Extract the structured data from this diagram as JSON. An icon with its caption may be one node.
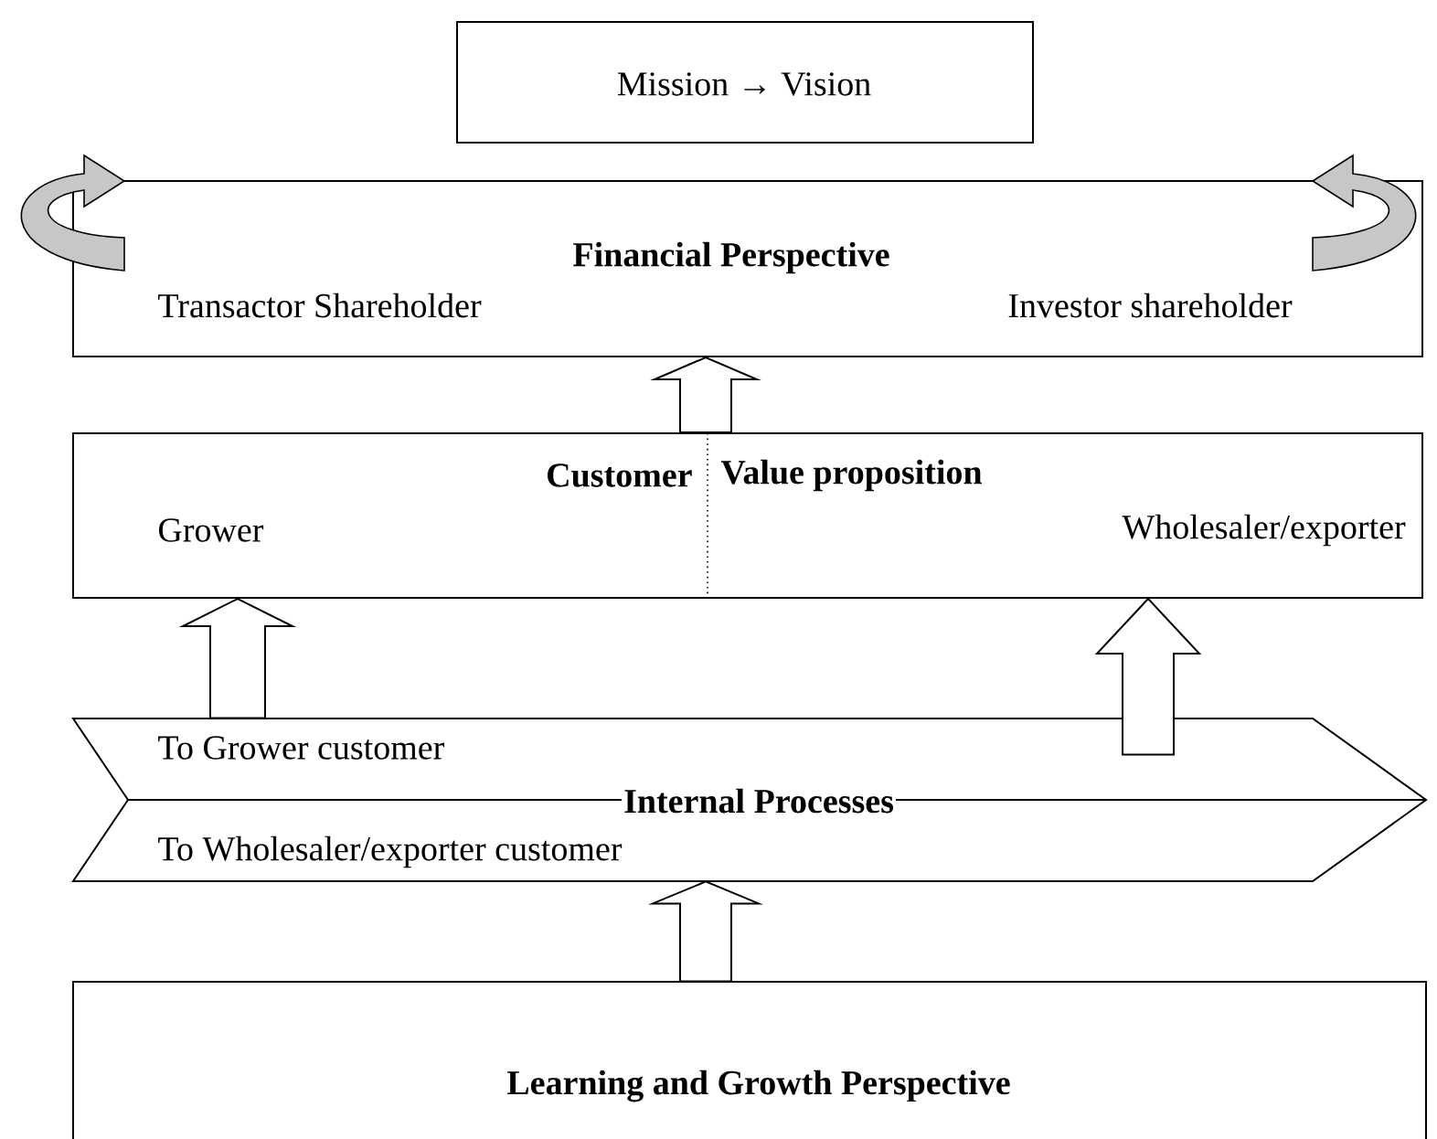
{
  "diagram": {
    "nodes": [
      {
        "text": [
          "Mission → Vision"
        ]
      },
      {
        "text": [
          "Financial Perspective",
          "Transactor Shareholder",
          "Investor shareholder"
        ]
      },
      {
        "text": [
          "Customer",
          "Value proposition",
          "Grower",
          "Wholesaler/exporter"
        ]
      },
      {
        "text": [
          "Internal Processes",
          "To Grower customer",
          "To Wholesaler/exporter customer"
        ]
      },
      {
        "text": [
          "Learning and Growth Perspective"
        ]
      }
    ],
    "edges": [
      {
        "from": 2,
        "to": 1,
        "arrow": "to"
      },
      {
        "from": 3,
        "to": 2,
        "arrow": "to"
      },
      {
        "from": 3,
        "to": 2,
        "arrow": "to"
      },
      {
        "from": 4,
        "to": 3,
        "arrow": "to"
      }
    ]
  }
}
